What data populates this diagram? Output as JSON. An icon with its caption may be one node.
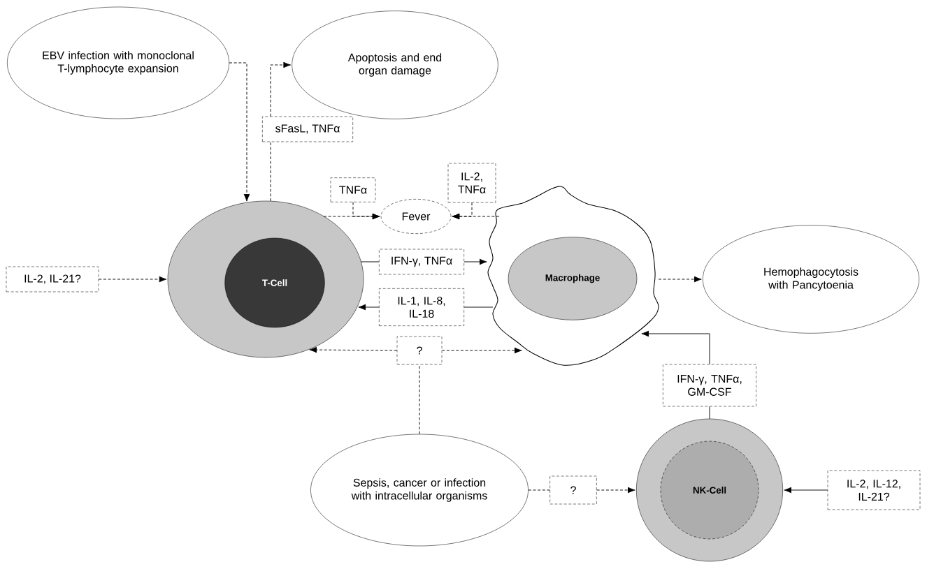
{
  "diagram": {
    "nodes": [
      {
        "text": [
          "EBV infection with monoclonal T-lymphocyte expansion"
        ]
      },
      {
        "text": [
          "Apoptosis and end organ damage"
        ]
      },
      {
        "text": [
          "sFasL, TNFα"
        ]
      },
      {
        "text": [
          "TNFα"
        ]
      },
      {
        "text": [
          "IL-2, TNFα"
        ]
      },
      {
        "text": [
          "Fever"
        ]
      },
      {
        "text": [],
        "shape": "circle"
      },
      {
        "text": [
          "T-Cell"
        ],
        "in": 6
      },
      {
        "text": [
          "IL-2, IL-21?"
        ]
      },
      {
        "text": [
          "IFN-γ, TNFα"
        ]
      },
      {
        "text": [
          "IL-1, IL-8, IL-18"
        ]
      },
      {
        "text": [],
        "shape": "blob"
      },
      {
        "text": [
          "Macrophage"
        ],
        "in": 11
      },
      {
        "text": [
          "Hemophagocytosis with Pancytoenia"
        ]
      },
      {
        "text": [
          "?"
        ]
      },
      {
        "text": [
          "IFN-γ, TNFα, GM-CSF"
        ]
      },
      {
        "text": [
          "Sepsis, cancer or infection with intracellular organisms"
        ]
      },
      {
        "text": [
          "?"
        ]
      },
      {
        "text": [],
        "shape": "circle"
      },
      {
        "text": [
          "NK-Cell"
        ],
        "in": 18
      },
      {
        "text": [
          "IL-2, IL-12, IL-21?"
        ]
      }
    ],
    "edges": [
      {
        "from": 0,
        "to": 6,
        "arrow": "to",
        "style": "dashed"
      },
      {
        "from": 6,
        "to": 2,
        "arrow": "none",
        "style": "dashed"
      },
      {
        "from": 2,
        "to": 1,
        "arrow": "to",
        "style": "dashed"
      },
      {
        "from": 6,
        "to": 5,
        "arrow": "to",
        "style": "dashed"
      },
      {
        "from": 3,
        "to": 5,
        "arrow": "to",
        "style": "dashed"
      },
      {
        "from": 11,
        "to": 5,
        "arrow": "to",
        "style": "dashed"
      },
      {
        "from": 4,
        "to": 5,
        "arrow": "to",
        "style": "dashed"
      },
      {
        "from": 6,
        "to": 9,
        "arrow": "none"
      },
      {
        "from": 9,
        "to": 11,
        "arrow": "to"
      },
      {
        "from": 11,
        "to": 10,
        "arrow": "none"
      },
      {
        "from": 10,
        "to": 6,
        "arrow": "to"
      },
      {
        "from": 11,
        "to": 13,
        "arrow": "to",
        "style": "dashed"
      },
      {
        "from": 8,
        "to": 6,
        "arrow": "to",
        "style": "dashed"
      },
      {
        "from": 14,
        "to": 6,
        "arrow": "to",
        "style": "dashed"
      },
      {
        "from": 14,
        "to": 11,
        "arrow": "to",
        "style": "dashed"
      },
      {
        "from": 16,
        "to": 14,
        "arrow": "none",
        "style": "dashed"
      },
      {
        "from": 16,
        "to": 17,
        "arrow": "none",
        "style": "dashed"
      },
      {
        "from": 17,
        "to": 18,
        "arrow": "to",
        "style": "dashed"
      },
      {
        "from": 18,
        "to": 15,
        "arrow": "none"
      },
      {
        "from": 15,
        "to": 11,
        "arrow": "to"
      },
      {
        "from": 20,
        "to": 18,
        "arrow": "to"
      }
    ]
  }
}
